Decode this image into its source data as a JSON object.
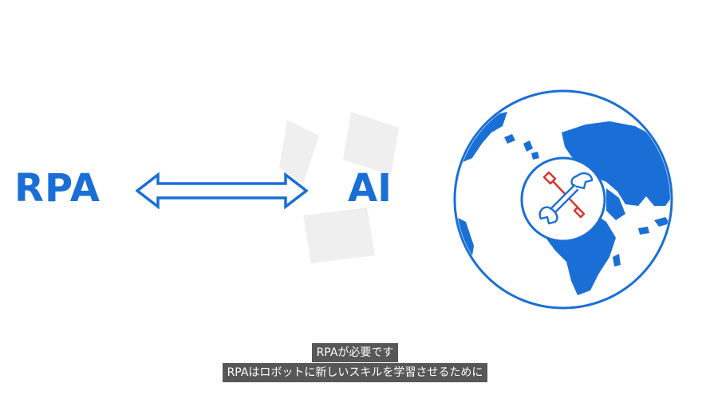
{
  "scene": {
    "left_label": "RPA",
    "right_label": "AI",
    "accent_color": "#1a6fd6",
    "tool_accent_color": "#e0302a",
    "icons": {
      "arrow": "double-headed-arrow",
      "globe": "globe-icon",
      "tools": "wrench-screwdriver-icon"
    }
  },
  "subtitles": {
    "line1": "RPAが必要です",
    "line2": "RPAはロボットに新しいスキルを学習させるために"
  }
}
